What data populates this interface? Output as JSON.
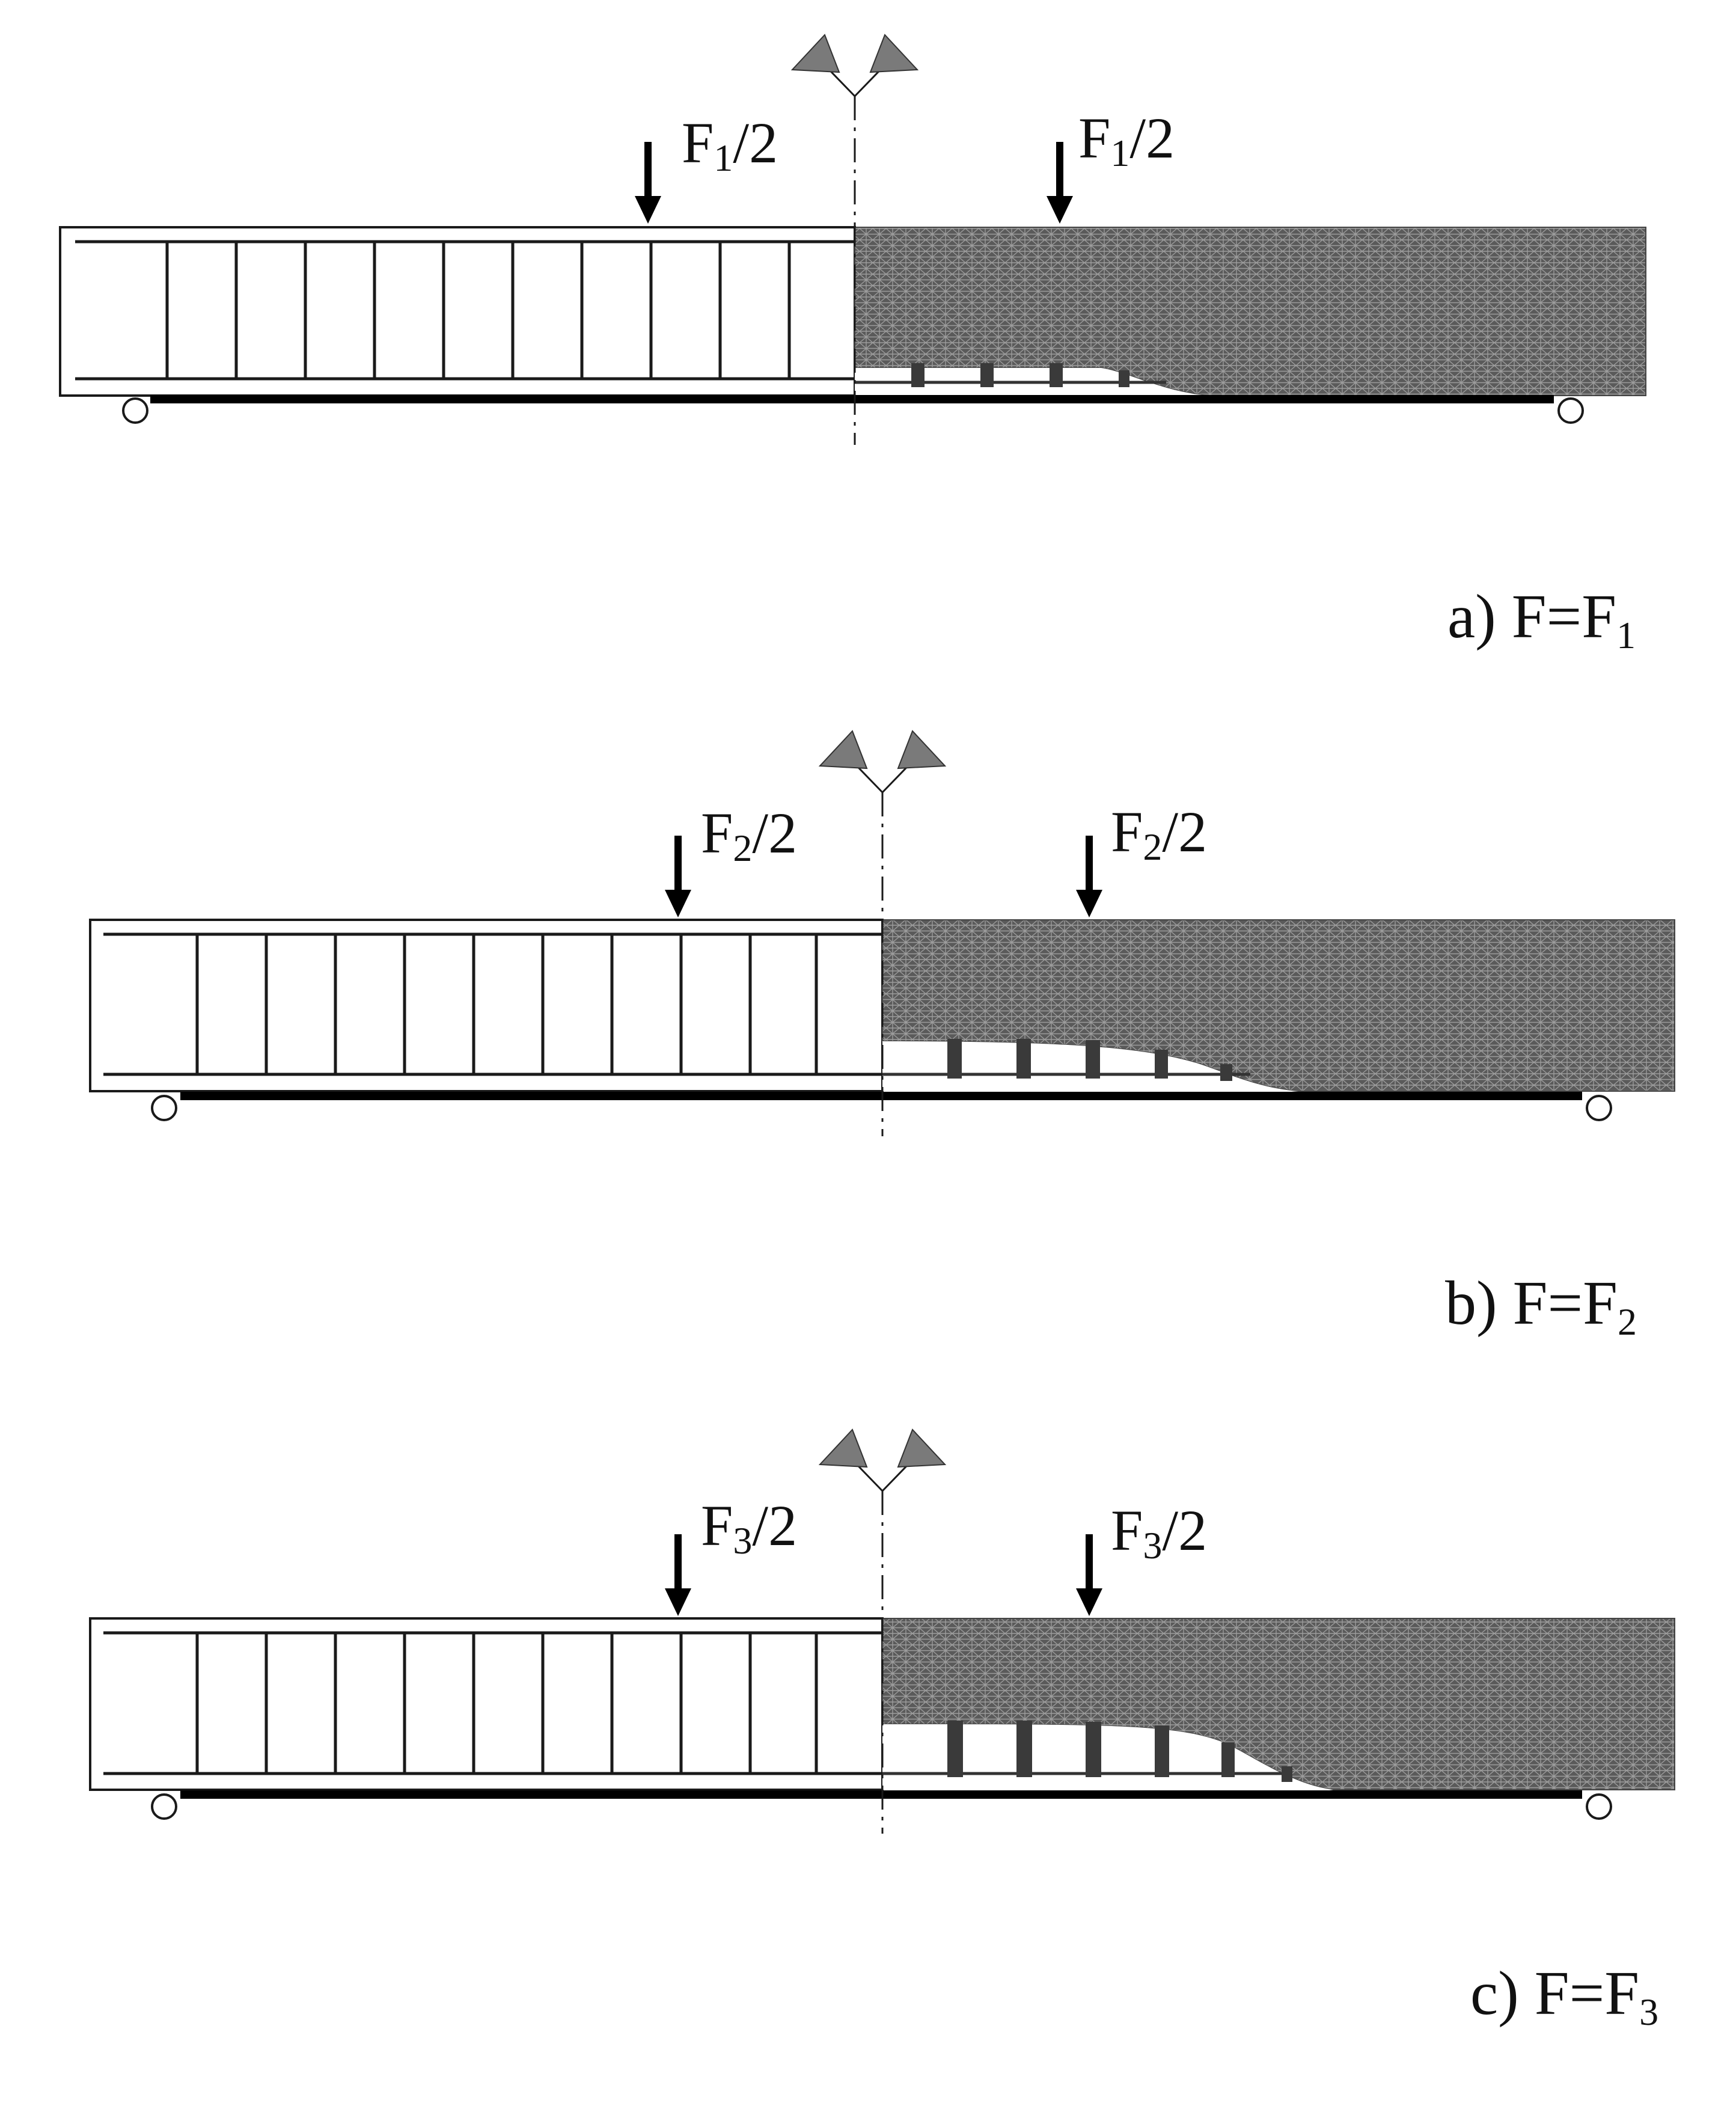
{
  "colors": {
    "mesh_fill": "#5a5a5a",
    "mesh_line": "#9c9c9c",
    "outline": "#1a1a1a",
    "symmetry_marker": "#7a7a7a",
    "background": "#ffffff"
  },
  "symbols": {
    "load": "down-arrow",
    "support": "roller-circle",
    "symmetry": "symmetry-marker",
    "axis": "dash-dot-line"
  },
  "panels": [
    {
      "load_label": {
        "main": "F",
        "sub": "1",
        "suffix": "/2"
      },
      "caption": {
        "prefix": "a)  F=F",
        "sub": "1"
      },
      "crack_stages": 4
    },
    {
      "load_label": {
        "main": "F",
        "sub": "2",
        "suffix": "/2"
      },
      "caption": {
        "prefix": "b)  F=F",
        "sub": "2"
      },
      "crack_stages": 5
    },
    {
      "load_label": {
        "main": "F",
        "sub": "3",
        "suffix": "/2"
      },
      "caption": {
        "prefix": "c)  F=F",
        "sub": "3"
      },
      "crack_stages": 6
    }
  ]
}
